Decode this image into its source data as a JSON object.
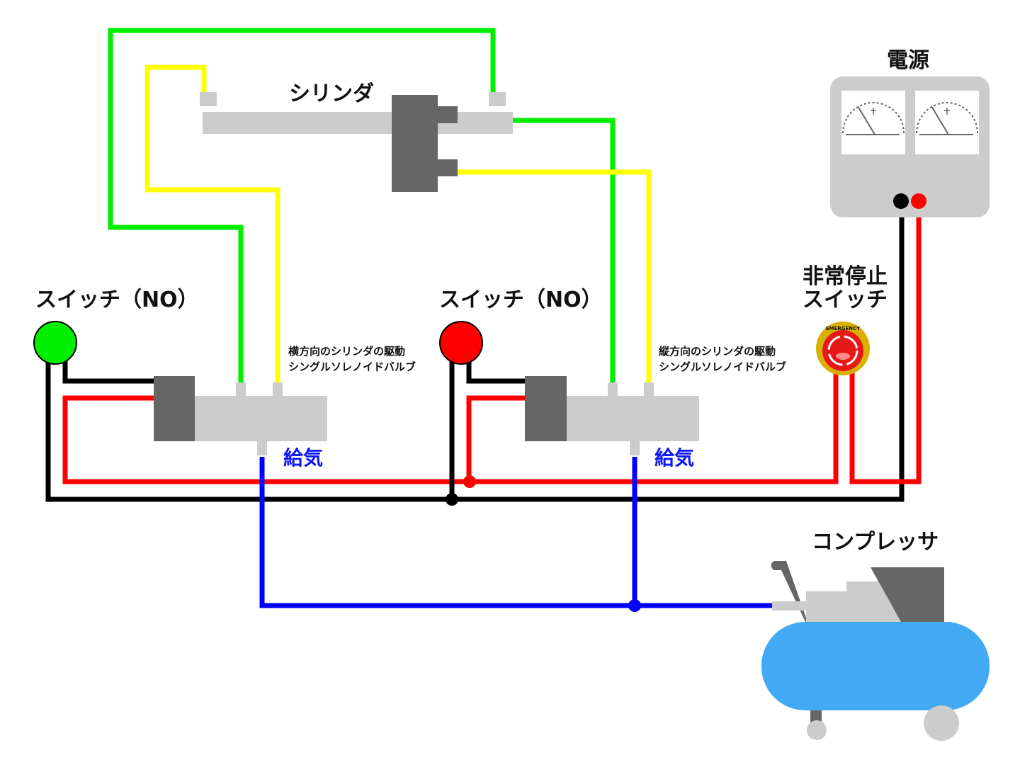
{
  "labels": {
    "cylinder": "シリンダ",
    "power": "電源",
    "switch_left": "スイッチ（NO）",
    "switch_right": "スイッチ（NO）",
    "estop_line1": "非常停止",
    "estop_line2": "スイッチ",
    "estop_badge": "EMERGENCY",
    "valve_left_line1": "横方向のシリンダの駆動",
    "valve_left_line2": "シングルソレノイドバルブ",
    "valve_right_line1": "縦方向のシリンダの駆動",
    "valve_right_line2": "シングルソレノイドバルブ",
    "air_left": "給気",
    "air_right": "給気",
    "compressor": "コンプレッサ"
  },
  "colors": {
    "wire_black": "#000000",
    "wire_red": "#ff0000",
    "tube_green": "#00ee00",
    "tube_yellow": "#ffff00",
    "tube_blue": "#0000ff",
    "switch_left": "#00ee00",
    "switch_right": "#ff0000",
    "body_light": "#cccccc",
    "body_dark": "#666666",
    "tank": "#42a9f4"
  }
}
